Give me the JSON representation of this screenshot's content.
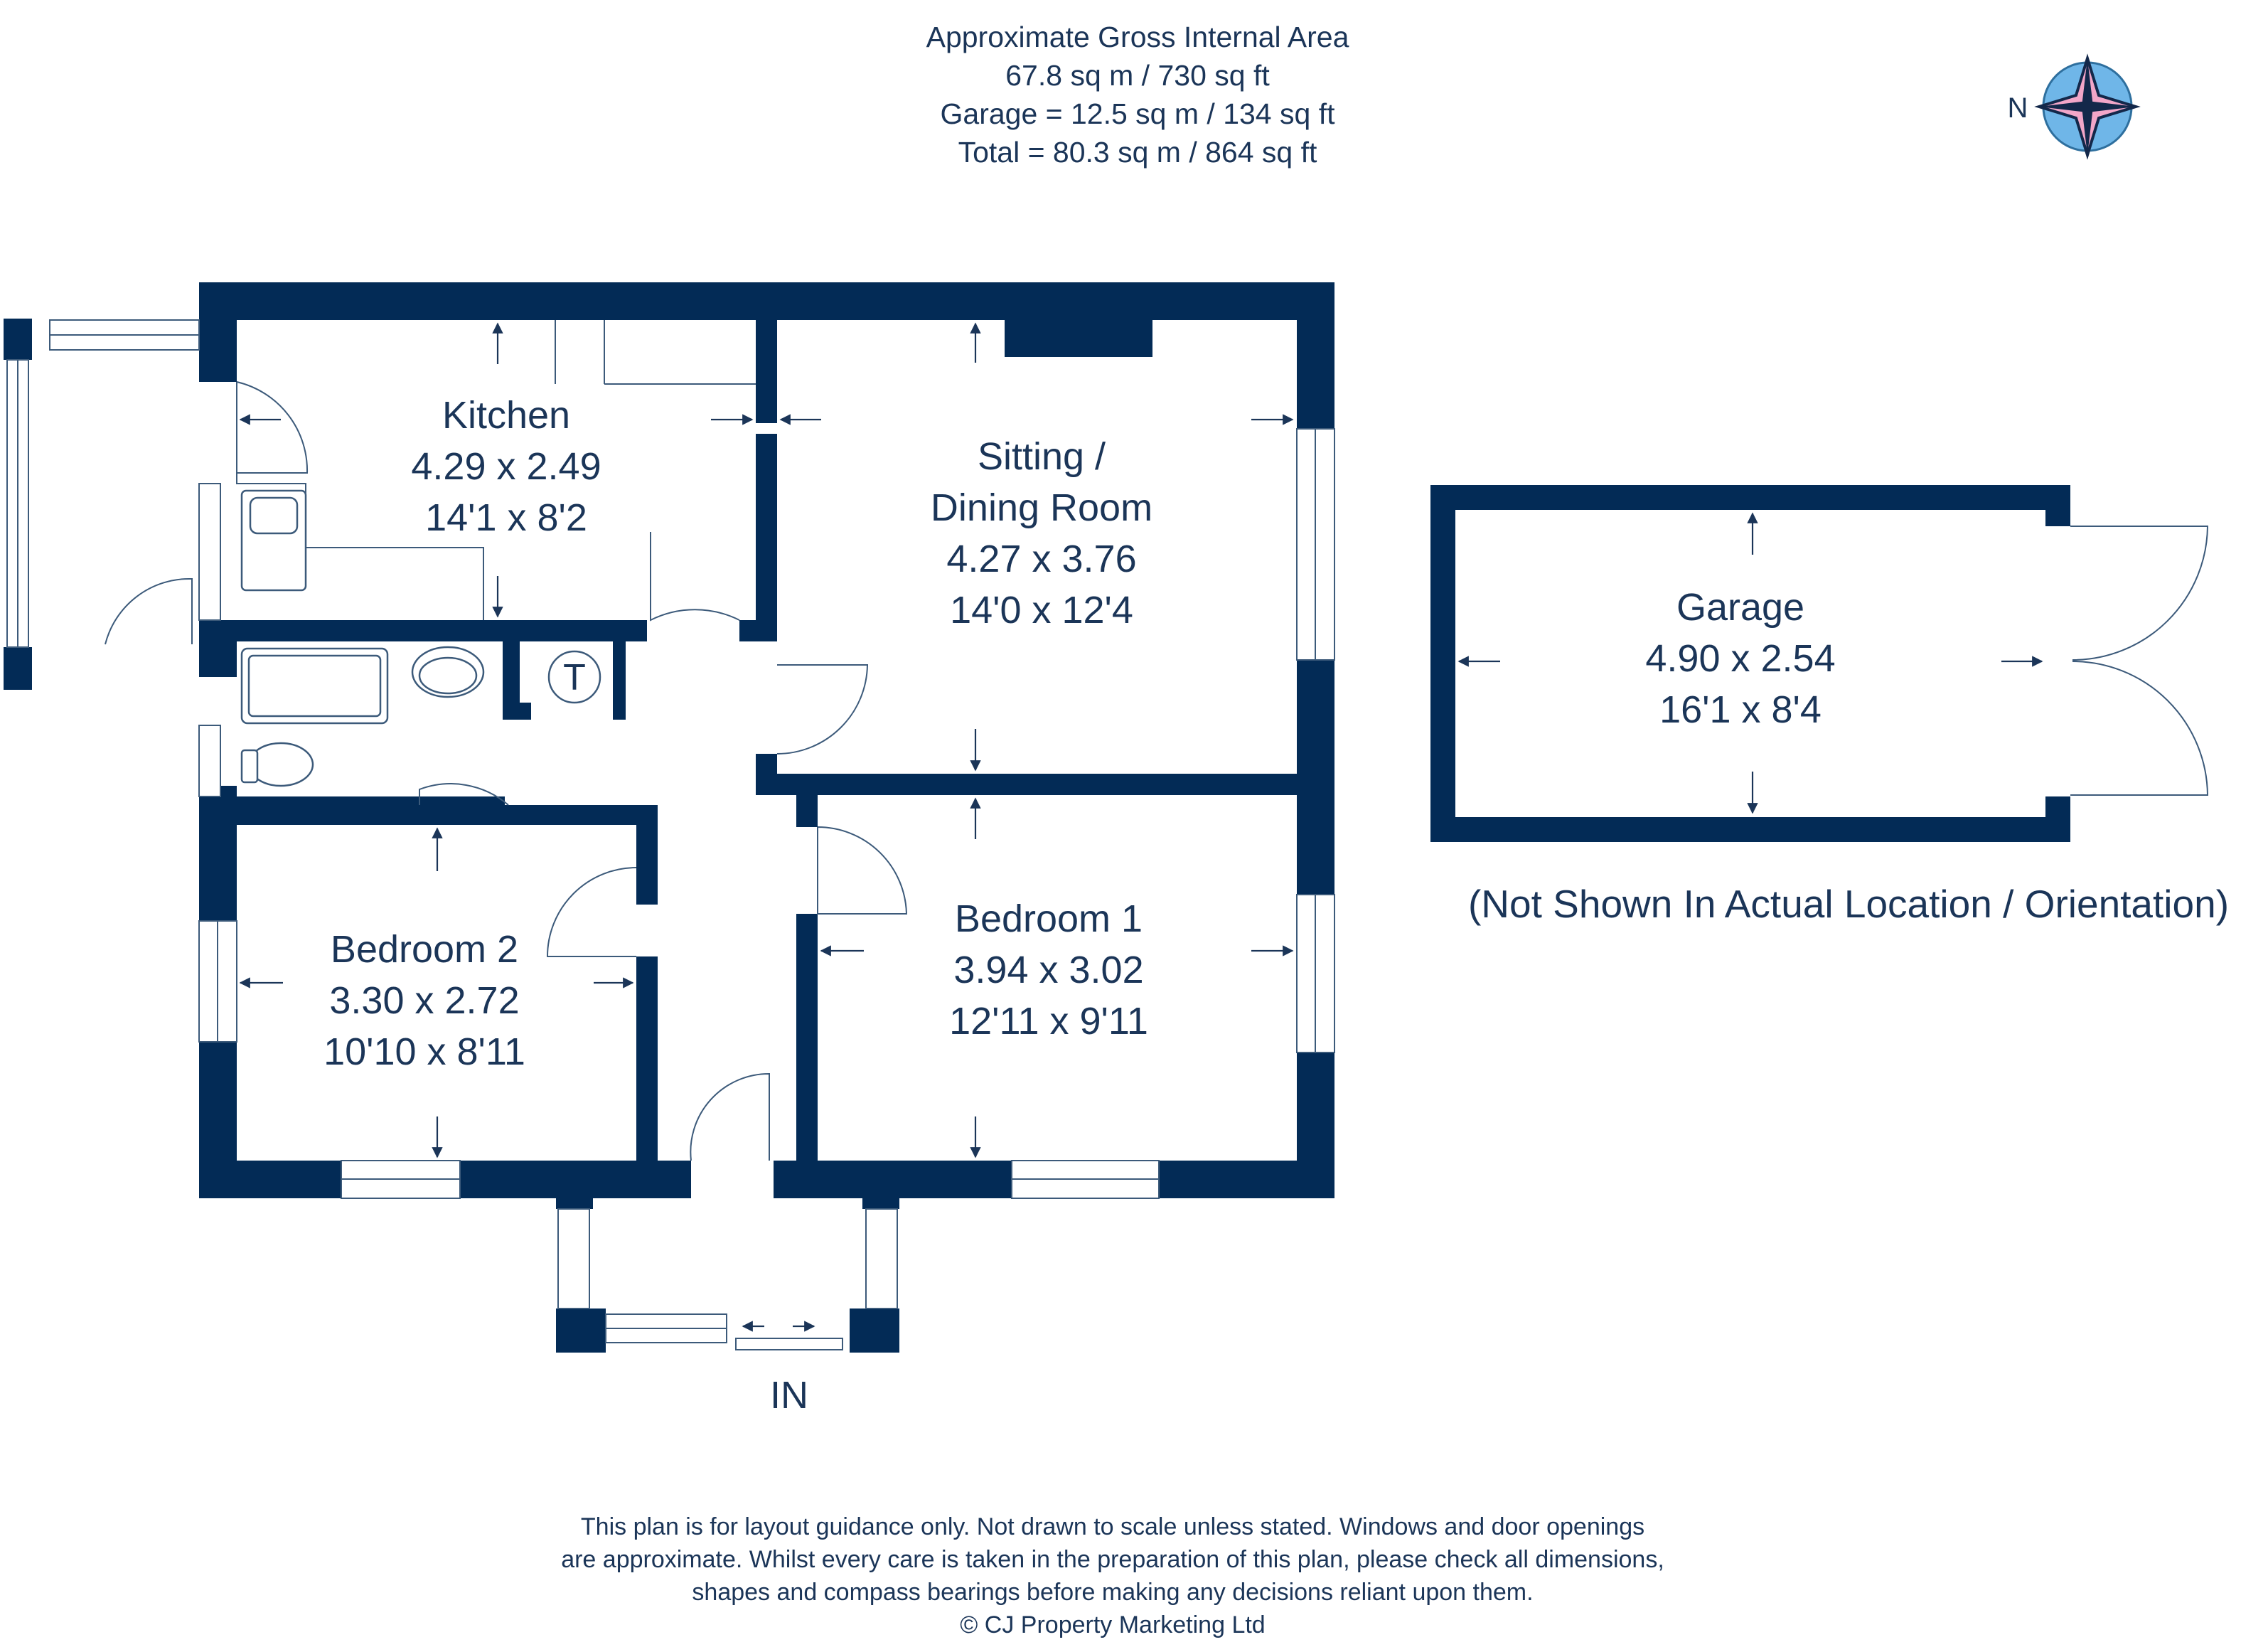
{
  "header": {
    "line1": "Approximate Gross Internal Area",
    "line2": "67.8 sq m / 730 sq ft",
    "line3": "Garage = 12.5 sq m / 134 sq ft",
    "line4": "Total = 80.3 sq m / 864 sq ft"
  },
  "compass": {
    "label": "N",
    "colors": {
      "disc": "#6fb6e8",
      "star_light": "#f2a6c8",
      "star_dark": "#13284a"
    }
  },
  "rooms": {
    "kitchen": {
      "name": "Kitchen",
      "metric": "4.29 x 2.49",
      "imperial": "14'1 x 8'2"
    },
    "sitting": {
      "name1": "Sitting /",
      "name2": "Dining Room",
      "metric": "4.27 x 3.76",
      "imperial": "14'0 x 12'4"
    },
    "bedroom1": {
      "name": "Bedroom 1",
      "metric": "3.94 x 3.02",
      "imperial": "12'11 x 9'11"
    },
    "bedroom2": {
      "name": "Bedroom 2",
      "metric": "3.30 x 2.72",
      "imperial": "10'10 x 8'11"
    },
    "garage": {
      "name": "Garage",
      "metric": "4.90 x 2.54",
      "imperial": "16'1 x 8'4"
    }
  },
  "fixtures": {
    "tank_label": "T"
  },
  "entrance_label": "IN",
  "garage_note": "(Not Shown In Actual Location / Orientation)",
  "disclaimer": {
    "line1": "This plan is for layout guidance only. Not drawn to scale unless stated. Windows and door openings",
    "line2": "are approximate. Whilst every care is taken in the preparation of this plan, please check all dimensions,",
    "line3": "shapes and compass bearings before making any decisions reliant upon them.",
    "line4": "© CJ Property Marketing Ltd"
  },
  "colors": {
    "wall": "#032b56",
    "text": "#1b3558"
  }
}
